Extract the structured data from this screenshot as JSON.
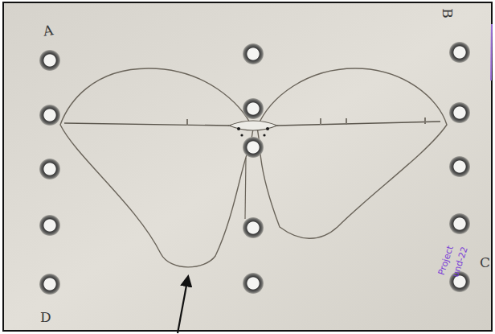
{
  "diagram": {
    "labels": [
      "A",
      "B",
      "C",
      "D",
      "Project",
      "und-22"
    ]
  }
}
